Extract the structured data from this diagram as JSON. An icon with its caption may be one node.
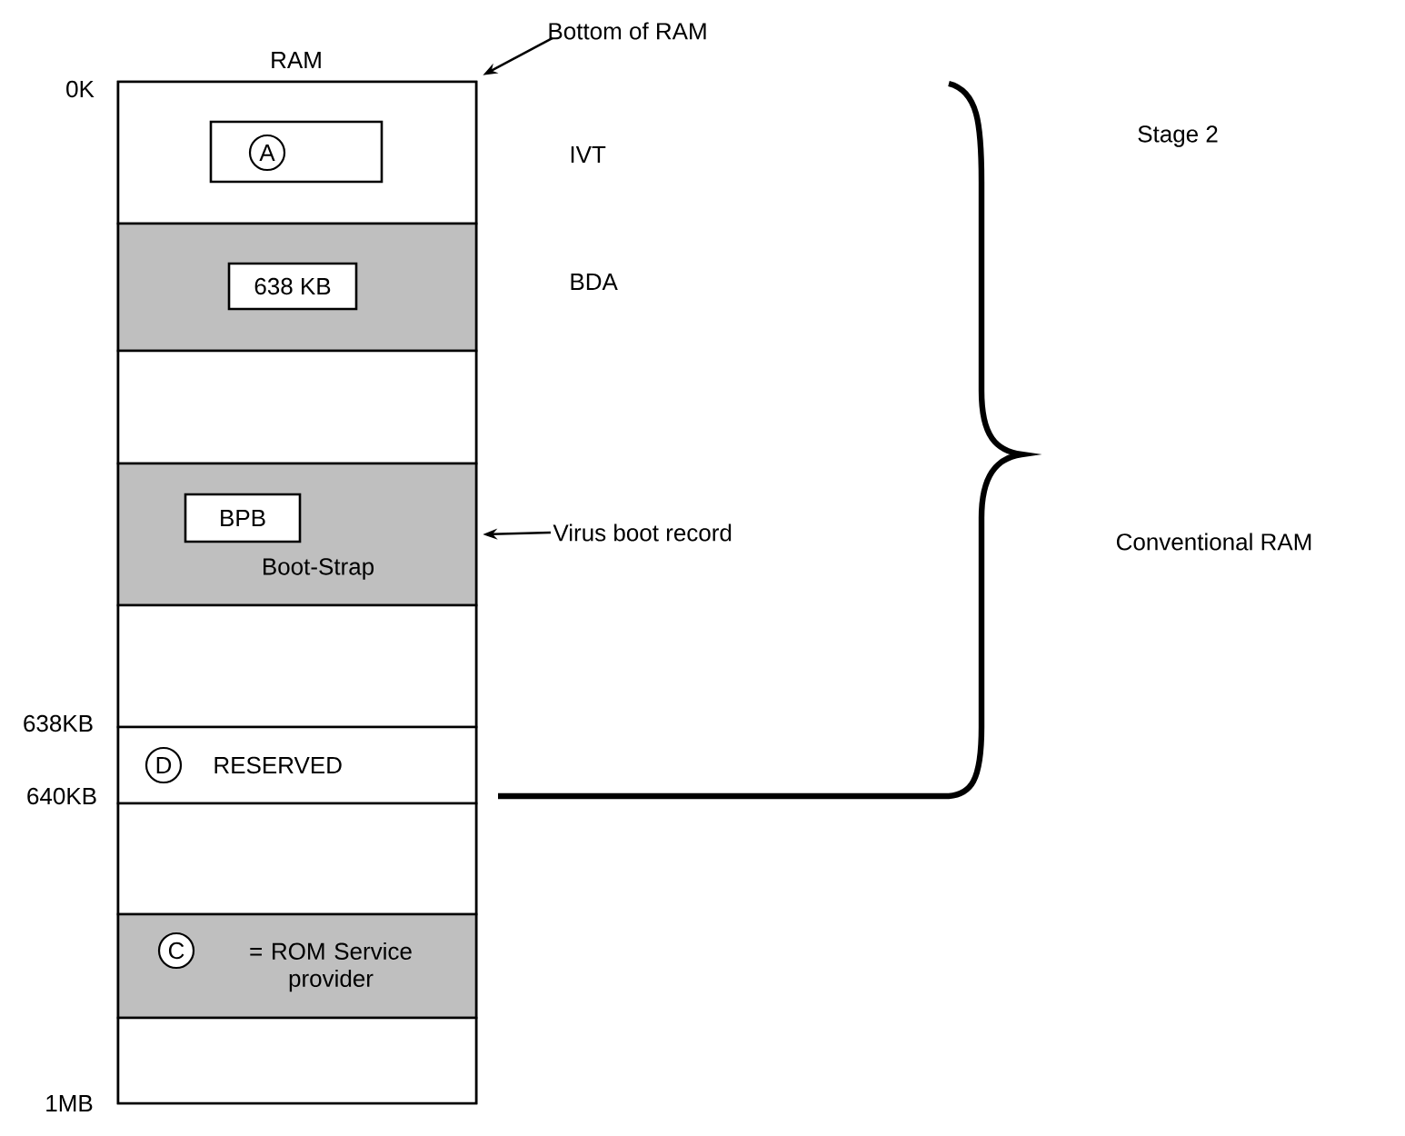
{
  "diagram": {
    "nodes": [
      {
        "text": [
          "RAM"
        ]
      },
      {
        "text": [],
        "shape": "box",
        "in": 0,
        "beside": [
          "IVT"
        ]
      },
      {
        "text": [],
        "shape": "box",
        "in": 1
      },
      {
        "text": [
          "A"
        ],
        "in": 2
      },
      {
        "text": [],
        "shape": "box",
        "in": 0,
        "beside": [
          "BDA"
        ]
      },
      {
        "text": [
          "638 KB"
        ],
        "in": 4
      },
      {
        "text": [],
        "shape": "box",
        "in": 0
      },
      {
        "text": [
          "Boot-Strap"
        ],
        "in": 0
      },
      {
        "text": [
          "BPB"
        ],
        "in": 7
      },
      {
        "text": [],
        "shape": "box",
        "in": 0
      },
      {
        "text": [
          "RESERVED"
        ],
        "in": 0
      },
      {
        "text": [
          "D"
        ],
        "in": 10
      },
      {
        "text": [],
        "shape": "box",
        "in": 0
      },
      {
        "text": [
          "= ROM Service provider"
        ],
        "in": 0
      },
      {
        "text": [
          "C"
        ],
        "in": 13
      },
      {
        "text": [],
        "shape": "box",
        "in": 0
      },
      {
        "text": [
          "Bottom of RAM"
        ]
      },
      {
        "text": [
          "Virus boot record"
        ]
      }
    ],
    "edges": [
      {
        "from": 16,
        "to": 0,
        "arrow": "to"
      },
      {
        "from": 17,
        "to": 7,
        "arrow": "to"
      }
    ],
    "labels": [
      "0K",
      "Stage 2",
      "Conventional RAM",
      "638KB",
      "640KB",
      "1MB"
    ]
  }
}
